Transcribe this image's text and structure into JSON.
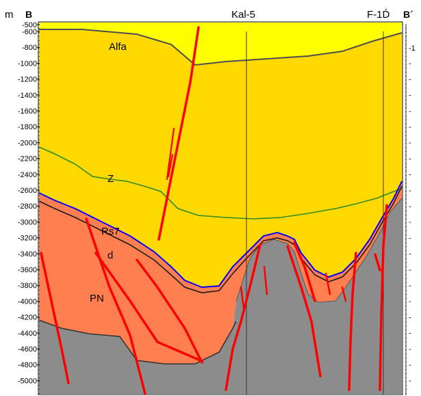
{
  "header": {
    "unit": "m",
    "start_label": "B",
    "end_label": "B´",
    "wells": [
      {
        "name": "Kal-5"
      },
      {
        "name": "F-1D́"
      }
    ]
  },
  "depth_axis": {
    "ticks": [
      "-500",
      "-600",
      "-800",
      "-1000",
      "-1200",
      "-1400",
      "-1600",
      "-1800",
      "-2000",
      "-2200",
      "-2400",
      "-2600",
      "-2800",
      "-3000",
      "-3200",
      "-3400",
      "-3600",
      "-3800",
      "-4000",
      "-4200",
      "-4400",
      "-4600",
      "-4800",
      "-5000"
    ],
    "right_ticks": [
      "-1",
      "-",
      "-",
      "-",
      "-",
      "-",
      "-",
      "-",
      "-",
      "-",
      "-",
      "-",
      "-",
      "-",
      "-",
      "-",
      "-",
      "-",
      "-",
      "-",
      "-",
      "-",
      "-",
      "-"
    ]
  },
  "horizons": {
    "alfa": "Alfa",
    "z": "Z",
    "rs7": "Rs7",
    "d": "d",
    "pn": "PN"
  },
  "colors": {
    "upper_unit": "#ffd900",
    "top_unit": "#ffff00",
    "middle_unit": "#ff7f50",
    "basement": "#8c8c8c",
    "z_horizon": "#2e8b22",
    "rs7_horizon": "#0000ff",
    "fault": "#ff0000",
    "boundary": "#1a1a1a"
  }
}
